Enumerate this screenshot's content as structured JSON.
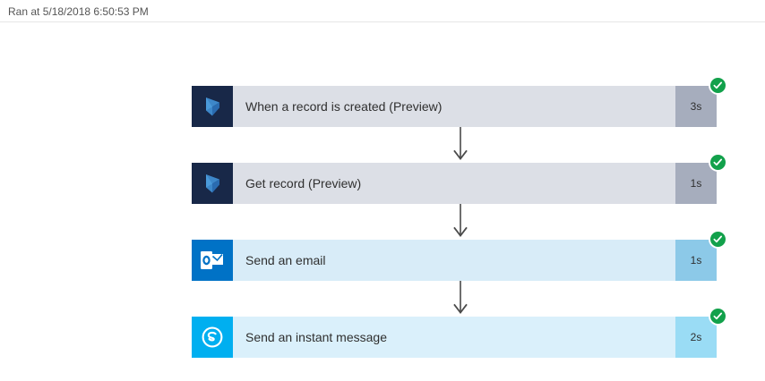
{
  "header": {
    "run_label": "Ran at 5/18/2018 6:50:53 PM"
  },
  "flow": {
    "steps": [
      {
        "title": "When a record is created (Preview)",
        "duration": "3s",
        "status": "succeeded",
        "status_icon": "check-circle-icon",
        "icon": "dynamics365-icon",
        "theme": "grey",
        "card_color": "#dcdfe6",
        "duration_color": "#a6adbd",
        "icon_color": "#182848"
      },
      {
        "title": "Get record (Preview)",
        "duration": "1s",
        "status": "succeeded",
        "status_icon": "check-circle-icon",
        "icon": "dynamics365-icon",
        "theme": "grey",
        "card_color": "#dcdfe6",
        "duration_color": "#a6adbd",
        "icon_color": "#182848"
      },
      {
        "title": "Send an email",
        "duration": "1s",
        "status": "succeeded",
        "status_icon": "check-circle-icon",
        "icon": "outlook-icon",
        "theme": "blue",
        "card_color": "#d8ecf8",
        "duration_color": "#8cc9e8",
        "icon_color": "#0072c6"
      },
      {
        "title": "Send an instant message",
        "duration": "2s",
        "status": "succeeded",
        "status_icon": "check-circle-icon",
        "icon": "skype-icon",
        "theme": "cyan",
        "card_color": "#daf0fb",
        "duration_color": "#9adcf5",
        "icon_color": "#00aff0"
      }
    ],
    "connector_icon": "arrow-down-icon",
    "connector_color": "#4a4a4a",
    "status_color": "#12a14b"
  }
}
